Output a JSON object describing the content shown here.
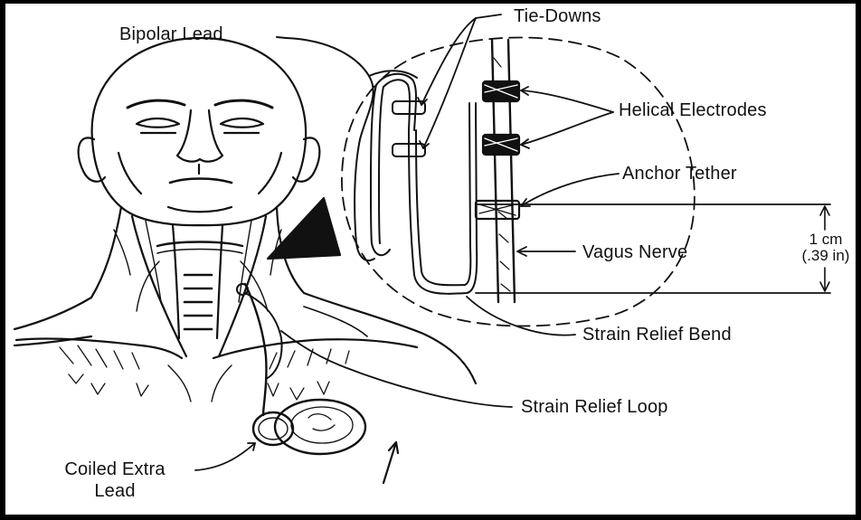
{
  "labels": {
    "tie_downs": "Tie-Downs",
    "bipolar_lead": "Bipolar Lead",
    "helical_electrodes": "Helical Electrodes",
    "anchor_tether": "Anchor Tether",
    "vagus_nerve": "Vagus Nerve",
    "strain_relief_bend": "Strain Relief Bend",
    "strain_relief_loop": "Strain Relief Loop",
    "coiled_extra_lead_line1": "Coiled Extra",
    "coiled_extra_lead_line2": "Lead"
  },
  "dimension": {
    "metric": "1 cm",
    "imperial": "(.39 in)"
  },
  "colors": {
    "ink": "#111111",
    "frame": "#000000",
    "background": "#ffffff"
  }
}
